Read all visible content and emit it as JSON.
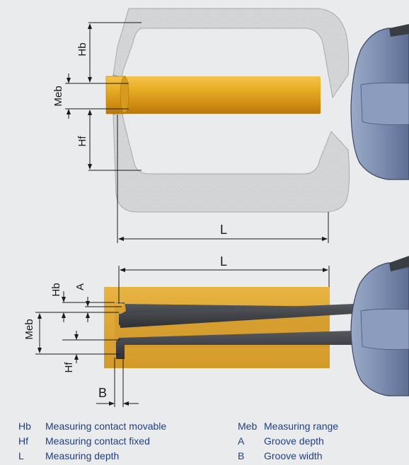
{
  "top_diagram": {
    "labels": {
      "hb": "Hb",
      "meb": "Meb",
      "hf": "Hf",
      "l": "L"
    }
  },
  "bottom_diagram": {
    "labels": {
      "l": "L",
      "hb": "Hb",
      "a": "A",
      "meb": "Meb",
      "hf": "Hf",
      "b": "B"
    }
  },
  "legend": [
    {
      "abbr": "Hb",
      "text": "Measuring contact movable"
    },
    {
      "abbr": "Hf",
      "text": "Measuring contact fixed"
    },
    {
      "abbr": "L",
      "text": "Measuring depth"
    },
    {
      "abbr": "Meb",
      "text": "Measuring range"
    },
    {
      "abbr": "A",
      "text": "Groove depth"
    },
    {
      "abbr": "B",
      "text": "Groove width"
    }
  ],
  "colors": {
    "background": "#e9ebed",
    "frame": "#d3d5d7",
    "rod": "#e0a21d",
    "block": "#dea531",
    "gauge_body": "#7f90b4",
    "arm": "#3f4145",
    "legend_text": "#1f3f8a",
    "dimension_lines": "#1a1a1a"
  }
}
